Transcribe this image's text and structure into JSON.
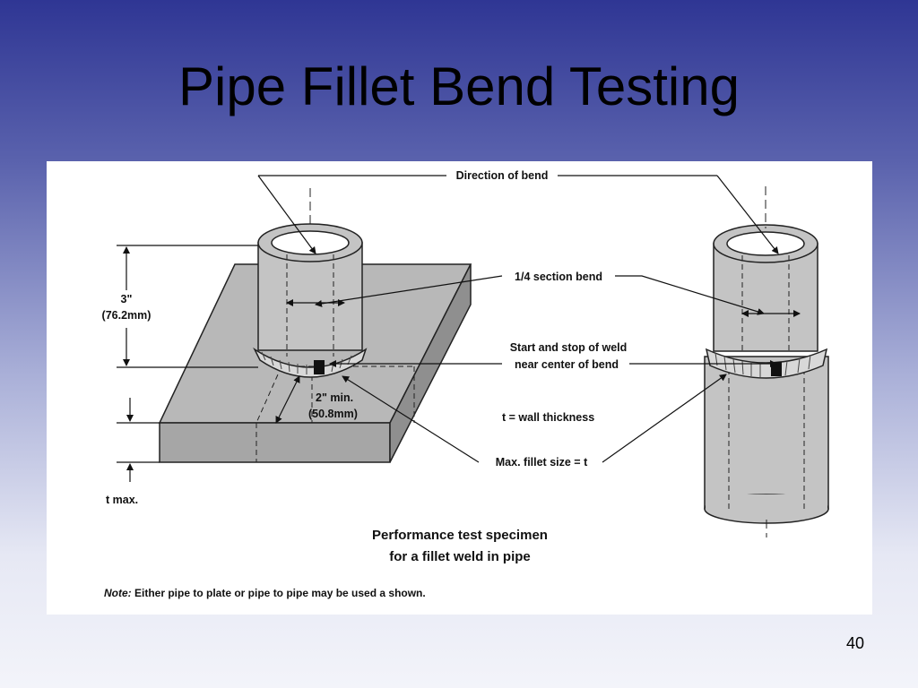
{
  "slide": {
    "title": "Pipe Fillet Bend Testing",
    "page_number": "40"
  },
  "figure": {
    "labels": {
      "direction_of_bend": "Direction of bend",
      "quarter_section_bend": "1/4 section bend",
      "start_stop_line1": "Start and stop of weld",
      "start_stop_line2": "near center of bend",
      "wall_thickness": "t = wall thickness",
      "max_fillet": "Max. fillet size = t",
      "dim_3in": "3\"",
      "dim_3in_mm": "(76.2mm)",
      "dim_2in": "2\" min.",
      "dim_2in_mm": "(50.8mm)",
      "t_max": "t max."
    },
    "caption_line1": "Performance test specimen",
    "caption_line2": "for a fillet weld in pipe",
    "note_prefix": "Note:",
    "note_text": " Either pipe to plate or pipe to pipe may be used a shown."
  }
}
